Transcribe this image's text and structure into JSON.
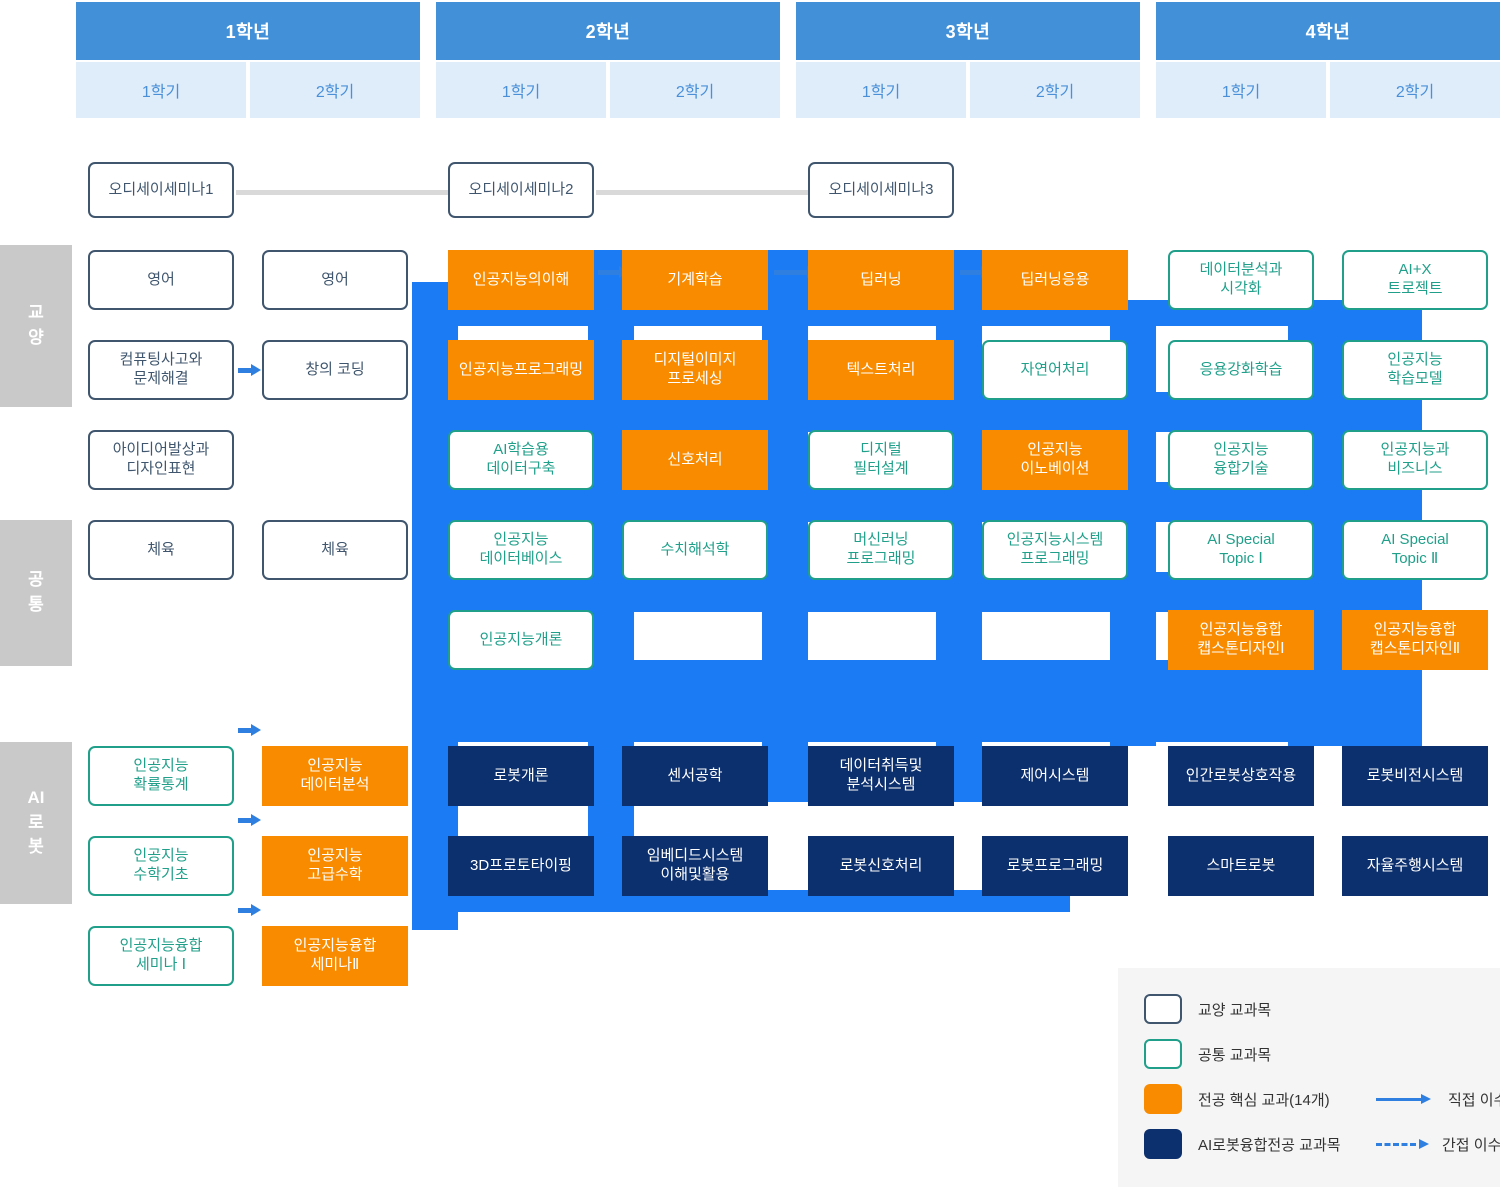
{
  "header": {
    "years": [
      {
        "label": "1학년",
        "semesters": [
          "1학기",
          "2학기"
        ]
      },
      {
        "label": "2학년",
        "semesters": [
          "1학기",
          "2학기"
        ]
      },
      {
        "label": "3학년",
        "semesters": [
          "1학기",
          "2학기"
        ]
      },
      {
        "label": "4학년",
        "semesters": [
          "1학기",
          "2학기"
        ]
      }
    ]
  },
  "categories": [
    {
      "id": "gyoyang",
      "label": "교 양"
    },
    {
      "id": "gongtong",
      "label": "공 통"
    },
    {
      "id": "airobot",
      "label": "AI 로 봇"
    }
  ],
  "seminars": [
    {
      "label": "오디세이세미나1"
    },
    {
      "label": "오디세이세미나2"
    },
    {
      "label": "오디세이세미나3"
    }
  ],
  "courses": {
    "y1s1": [
      {
        "label": "영어",
        "type": "gyoyang"
      },
      {
        "label": "컴퓨팅사고와\n문제해결",
        "type": "gyoyang"
      },
      {
        "label": "아이디어발상과\n디자인표현",
        "type": "gyoyang"
      },
      {
        "label": "체육",
        "type": "gyoyang"
      },
      {
        "label": "인공지능\n확률통계",
        "type": "gongtong"
      },
      {
        "label": "인공지능\n수학기초",
        "type": "gongtong"
      },
      {
        "label": "인공지능융합\n세미나 Ⅰ",
        "type": "gongtong"
      }
    ],
    "y1s2": [
      {
        "label": "영어",
        "type": "gyoyang"
      },
      {
        "label": "창의 코딩",
        "type": "gyoyang"
      },
      {
        "label": "체육",
        "type": "gyoyang"
      },
      {
        "label": "인공지능\n데이터분석",
        "type": "major"
      },
      {
        "label": "인공지능\n고급수학",
        "type": "major"
      },
      {
        "label": "인공지능융합\n세미나Ⅱ",
        "type": "major"
      }
    ],
    "y2s1": [
      {
        "label": "인공지능의이해",
        "type": "major"
      },
      {
        "label": "인공지능프로그래밍",
        "type": "major"
      },
      {
        "label": "AI학습용\n데이터구축",
        "type": "gongtong"
      },
      {
        "label": "인공지능\n데이터베이스",
        "type": "gongtong"
      },
      {
        "label": "인공지능개론",
        "type": "gongtong"
      },
      {
        "label": "로봇개론",
        "type": "airobot"
      },
      {
        "label": "3D프로토타이핑",
        "type": "airobot"
      }
    ],
    "y2s2": [
      {
        "label": "기계학습",
        "type": "major"
      },
      {
        "label": "디지털이미지\n프로세싱",
        "type": "major"
      },
      {
        "label": "신호처리",
        "type": "major"
      },
      {
        "label": "수치해석학",
        "type": "gongtong"
      },
      {
        "label": "센서공학",
        "type": "airobot"
      },
      {
        "label": "임베디드시스템\n이해및활용",
        "type": "airobot"
      }
    ],
    "y3s1": [
      {
        "label": "딥러닝",
        "type": "major"
      },
      {
        "label": "텍스트처리",
        "type": "major"
      },
      {
        "label": "디지털\n필터설계",
        "type": "gongtong"
      },
      {
        "label": "머신러닝\n프로그래밍",
        "type": "gongtong"
      },
      {
        "label": "데이터취득및\n분석시스템",
        "type": "airobot"
      },
      {
        "label": "로봇신호처리",
        "type": "airobot"
      }
    ],
    "y3s2": [
      {
        "label": "딥러닝응용",
        "type": "major"
      },
      {
        "label": "자연어처리",
        "type": "gongtong"
      },
      {
        "label": "인공지능\n이노베이션",
        "type": "major"
      },
      {
        "label": "인공지능시스템\n프로그래밍",
        "type": "gongtong"
      },
      {
        "label": "제어시스템",
        "type": "airobot"
      },
      {
        "label": "로봇프로그래밍",
        "type": "airobot"
      }
    ],
    "y4s1": [
      {
        "label": "데이터분석과\n시각화",
        "type": "gongtong"
      },
      {
        "label": "응용강화학습",
        "type": "gongtong"
      },
      {
        "label": "인공지능\n융합기술",
        "type": "gongtong"
      },
      {
        "label": "AI Special\nTopic Ⅰ",
        "type": "gongtong"
      },
      {
        "label": "인공지능융합\n캡스톤디자인Ⅰ",
        "type": "major"
      },
      {
        "label": "인간로봇상호작용",
        "type": "airobot"
      },
      {
        "label": "스마트로봇",
        "type": "airobot"
      }
    ],
    "y4s2": [
      {
        "label": "AI+X\n트로젝트",
        "type": "gongtong"
      },
      {
        "label": "인공지능\n학습모델",
        "type": "gongtong"
      },
      {
        "label": "인공지능과\n비즈니스",
        "type": "gongtong"
      },
      {
        "label": "AI Special\nTopic Ⅱ",
        "type": "gongtong"
      },
      {
        "label": "인공지능융합\n캡스톤디자인Ⅱ",
        "type": "major"
      },
      {
        "label": "로봇비전시스템",
        "type": "airobot"
      },
      {
        "label": "자율주행시스템",
        "type": "airobot"
      }
    ]
  },
  "legend": {
    "items": [
      {
        "swatch": "gyoyang",
        "label": "교양 교과목"
      },
      {
        "swatch": "gongtong",
        "label": "공통 교과목"
      },
      {
        "swatch": "major",
        "label": "전공 핵심 교과(14개)"
      },
      {
        "swatch": "airobot",
        "label": "AI로봇융합전공 교과목"
      }
    ],
    "arrows": [
      {
        "style": "solid",
        "label": "직접 이수"
      },
      {
        "style": "dashed",
        "label": "간접 이수"
      }
    ]
  },
  "colors": {
    "year_header": "#4290d8",
    "semester_header": "#dfedfb",
    "flow": "#1a7bf5",
    "major": "#f88b00",
    "airobot": "#0c2f6e",
    "gongtong_border": "#20a08a",
    "gyoyang_border": "#3f566e",
    "category_chip": "#c9c9c9"
  }
}
